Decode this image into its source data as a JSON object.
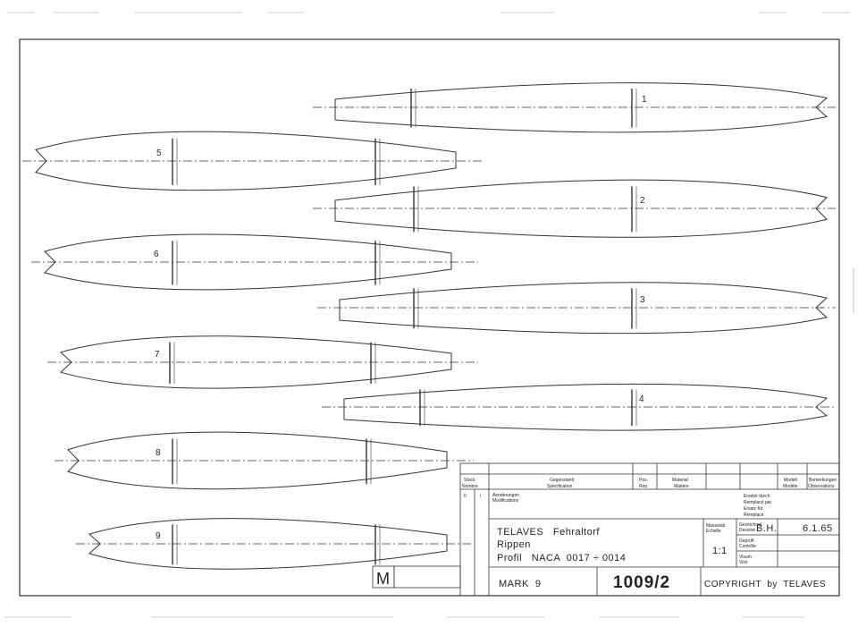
{
  "ribs": [
    {
      "number": "1"
    },
    {
      "number": "2"
    },
    {
      "number": "3"
    },
    {
      "number": "4"
    },
    {
      "number": "5"
    },
    {
      "number": "6"
    },
    {
      "number": "7"
    },
    {
      "number": "8"
    },
    {
      "number": "9"
    }
  ],
  "title_block": {
    "header": {
      "stueck": "Stück",
      "nombre": "Nombre",
      "gegenstand": "Gegenstand",
      "specification": "Spécification",
      "pos": "Pos.",
      "rep": "Rep.",
      "material": "Material",
      "matiere": "Matière",
      "modell": "Modell",
      "modele": "Modèle",
      "bemerkungen": "Bemerkungen",
      "observations": "Observations"
    },
    "revision": {
      "aenderungen": "Aenderungen",
      "modifications": "Modifications",
      "col1": "II",
      "col2": "I"
    },
    "approvals": {
      "ersetzt": "Ersetzt durch",
      "remplace": "Remplacé par",
      "ersatz": "Ersatz für",
      "remplace_pour": "Remplace"
    },
    "signature_labels": {
      "gezeichnet": "Gezeichnet",
      "dessine": "Dessiné",
      "geprueft": "Geprüft",
      "controle": "Contrôle",
      "visum": "Visum",
      "vise": "Visé"
    },
    "scale": {
      "label_de": "Massstab",
      "label_fr": "Echelle",
      "value": "1:1"
    },
    "drawn_by": "B.H.",
    "date": "6.1.65",
    "company_line": "TELAVES   Fehraltorf",
    "part_line": "Rippen",
    "profile_line": "Profil   NACA  0017 ÷ 0014",
    "model_line": "MARK  9",
    "drawing_number": "1009/2",
    "copyright": "COPYRIGHT  by  TELAVES",
    "mark_letter": "M"
  }
}
